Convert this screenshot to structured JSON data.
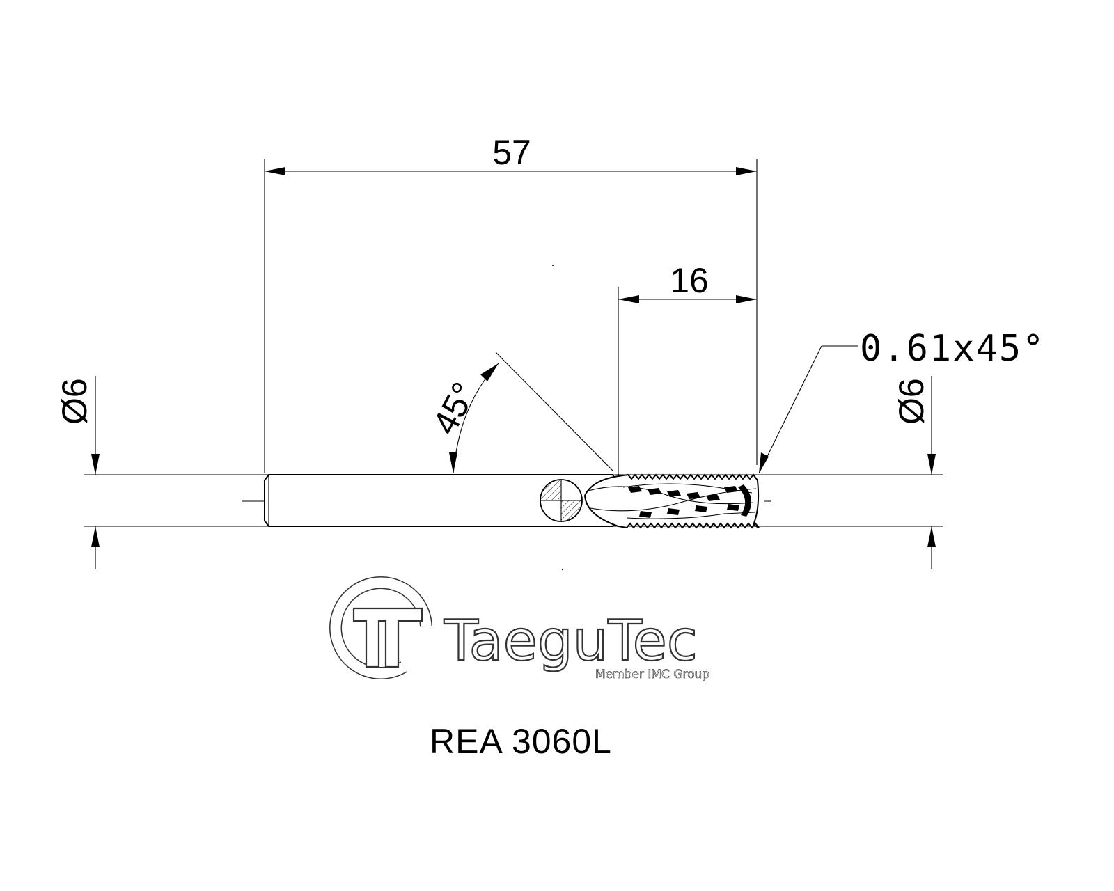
{
  "dimensions": {
    "overall_length": "57",
    "flute_length": "16",
    "shank_diameter": "Ø6",
    "cutting_diameter": "Ø6",
    "angle": "45°",
    "chamfer": "0.61x45°"
  },
  "logo": {
    "brand": "TaeguTec",
    "tagline": "Member IMC Group"
  },
  "part_number": "REA 3060L",
  "colors": {
    "line": "#000000",
    "background": "#ffffff",
    "logo_outline": "#333333"
  }
}
